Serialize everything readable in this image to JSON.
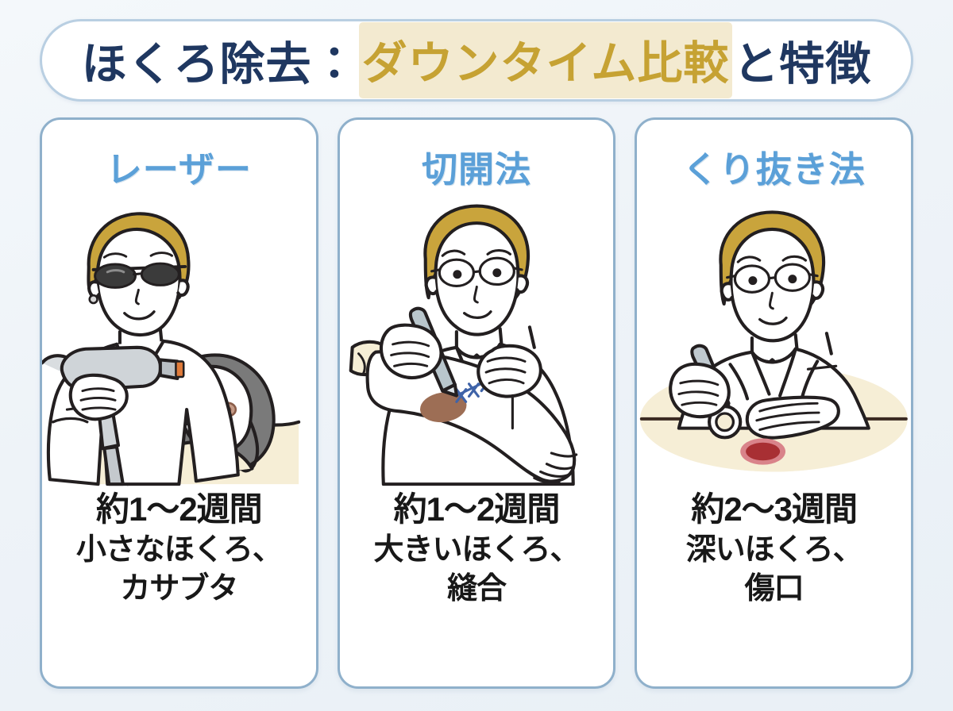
{
  "theme": {
    "background": "#eef3f8",
    "banner_border": "#b9cfe2",
    "title_color": "#1f3760",
    "highlight_bg": "#f3ead0",
    "highlight_color": "#c6a233",
    "card_border": "#8fb0cb",
    "card_heading_color": "#5ba0d8",
    "body_text_color": "#181818",
    "hair_gold": "#c9a43c",
    "tie_gold": "#c9a43c",
    "skin_cream": "#f6eed6",
    "hair_gray": "#7a7a7a",
    "mole_brown": "#a5705a",
    "wound_red": "#a82f33",
    "suture_blue": "#3f63a8",
    "device_gray": "#c9cdd1",
    "shirt_blue": "#a8cfe0"
  },
  "header": {
    "title_prefix": "ほくろ除去：",
    "title_highlight": "ダウンタイム比較",
    "title_suffix": "と特徴"
  },
  "cards": [
    {
      "heading": "レーザー",
      "illustration_name": "laser-treatment-illustration",
      "illustration_caption": "female doctor in sunglasses applying laser handpiece to reclining patient's cheek mole",
      "duration": "約1〜2週間",
      "features": [
        "小さなほくろ、",
        "カサブタ"
      ]
    },
    {
      "heading": "切開法",
      "illustration_name": "incision-surgery-illustration",
      "illustration_caption": "male doctor with glasses using scalpel on patient's forearm with sutured incision",
      "duration": "約1〜2週間",
      "features": [
        "大きいほくろ、",
        "縫合"
      ]
    },
    {
      "heading": "くり抜き法",
      "illustration_name": "punch-excision-illustration",
      "illustration_caption": "male doctor with glasses holding punch tool above a round red wound on skin",
      "duration": "約2〜3週間",
      "features": [
        "深いほくろ、",
        "傷口"
      ]
    }
  ]
}
